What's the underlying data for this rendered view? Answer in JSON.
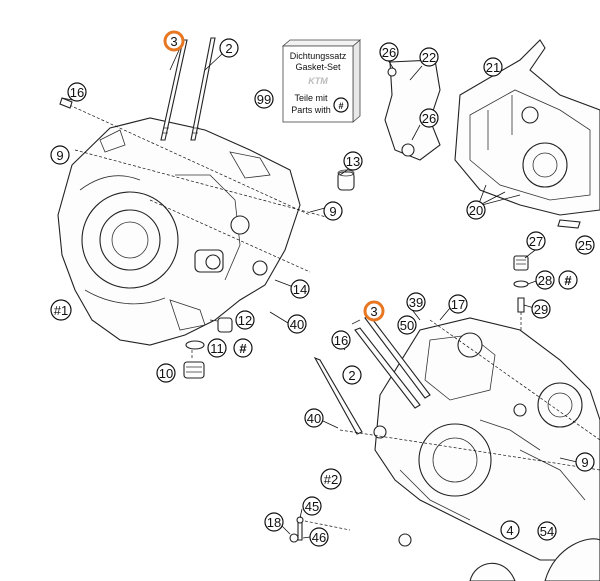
{
  "callouts": {
    "c3_top": "3",
    "c2_top": "2",
    "c16_left": "16",
    "c9_left": "9",
    "c13": "13",
    "c9_mid": "9",
    "c14": "14",
    "c40_left": "40",
    "c12": "12",
    "c11": "11",
    "c11_hash": "#",
    "c10": "10",
    "c1_hash": "#1",
    "c26_a": "26",
    "c22": "22",
    "c26_b": "26",
    "c21": "21",
    "c20": "20",
    "c27": "27",
    "c25": "25",
    "c28": "28",
    "c28_hash": "#",
    "c29": "29",
    "c3_bottom": "3",
    "c39": "39",
    "c17": "17",
    "c50": "50",
    "c16_bottom": "16",
    "c2_bottom": "2",
    "c40_bottom": "40",
    "c2_hash": "#2",
    "c9_right": "9",
    "c45": "45",
    "c18": "18",
    "c46": "46",
    "c4": "4",
    "c54": "54",
    "c99": "99"
  },
  "gasket_box": {
    "line1": "Dichtungssatz",
    "line2": "Gasket-Set",
    "logo": "KTM",
    "line3": "Teile mit",
    "line4": "Parts with",
    "hash": "#"
  },
  "highlight_color": "#e87722"
}
